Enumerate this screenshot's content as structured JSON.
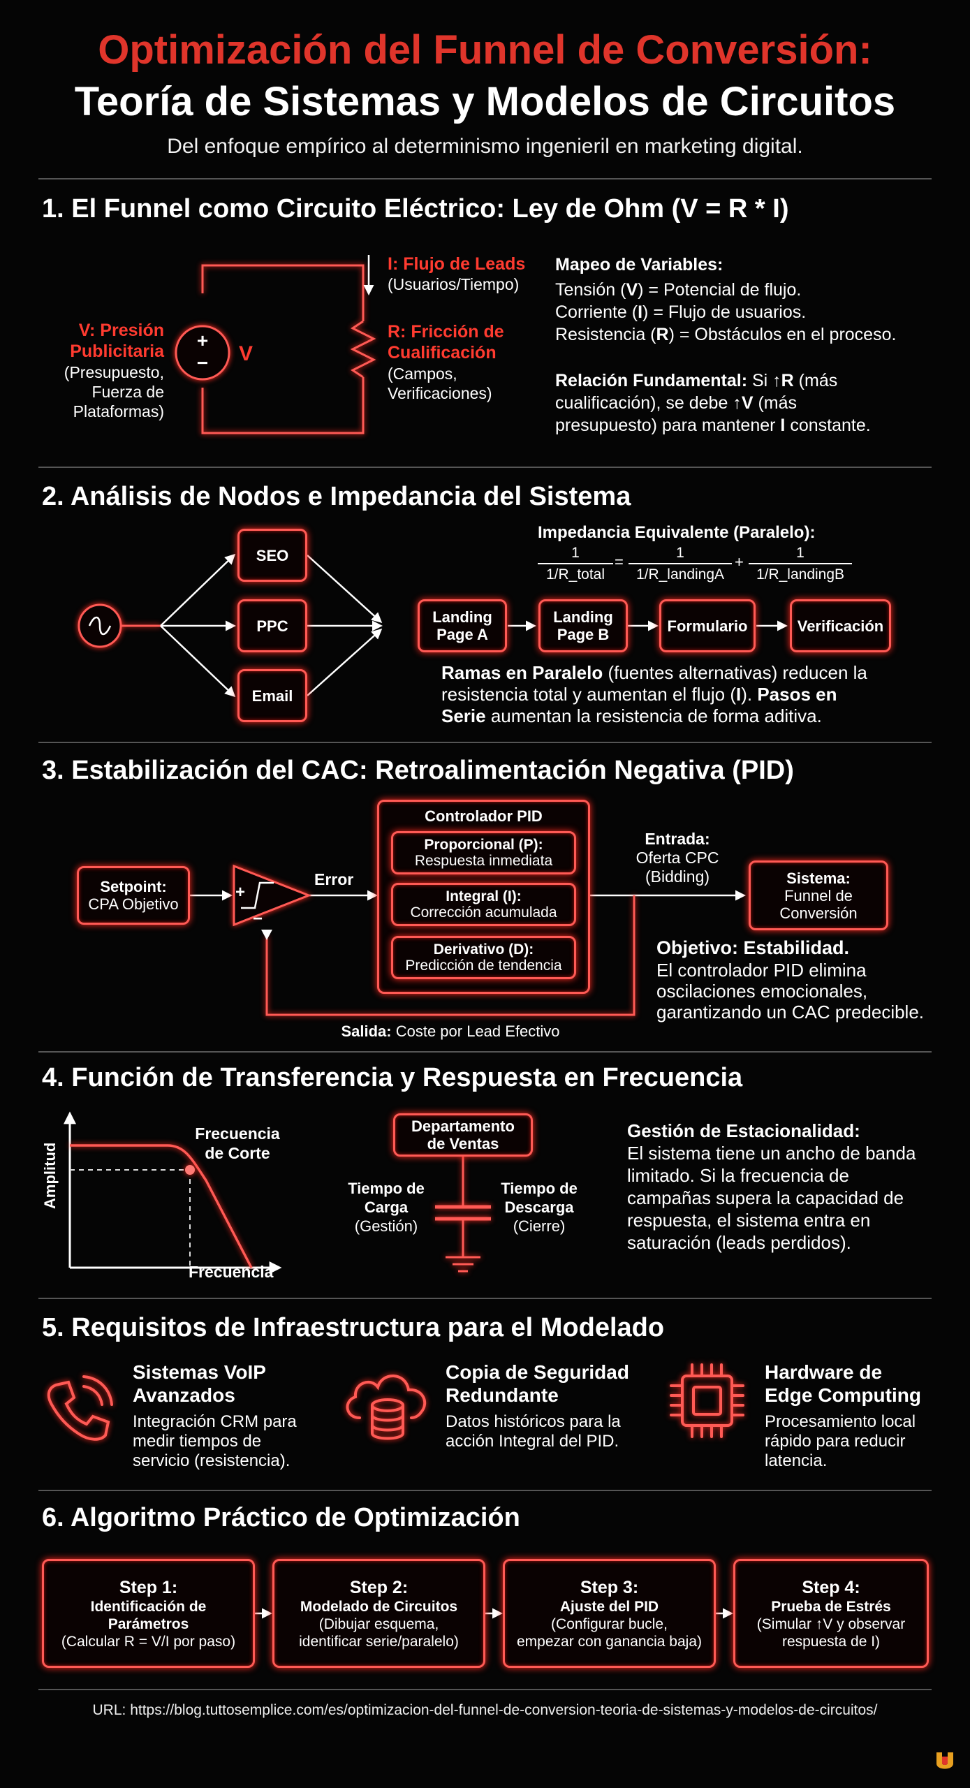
{
  "header": {
    "title_line1": "Optimización del Funnel de Conversión:",
    "title_line2": "Teoría de Sistemas y Modelos de Circuitos",
    "subtitle": "Del enfoque empírico al determinismo ingenieril en marketing digital."
  },
  "s1": {
    "heading": "1. El Funnel como Circuito Eléctrico: Ley de Ohm (V = R * I)",
    "v_label_1": "V: Presión",
    "v_label_2": "Publicitaria",
    "v_sub_1": "(Presupuesto,",
    "v_sub_2": "Fuerza de",
    "v_sub_3": "Plataformas)",
    "v_symbol": "V",
    "plus": "+",
    "minus": "−",
    "i_label": "I: Flujo de Leads",
    "i_sub": "(Usuarios/Tiempo)",
    "r_label_1": "R: Fricción de",
    "r_label_2": "Cualificación",
    "r_sub_1": "(Campos,",
    "r_sub_2": "Verificaciones)",
    "map_title": "Mapeo de Variables:",
    "map_1a": "Tensión (",
    "map_1b": "V",
    "map_1c": ") = Potencial de flujo.",
    "map_2a": "Corriente (",
    "map_2b": "I",
    "map_2c": ") = Flujo de usuarios.",
    "map_3a": "Resistencia (",
    "map_3b": "R",
    "map_3c": ") = Obstáculos en el proceso.",
    "rel_title": "Relación Fundamental:",
    "rel_1a": " Si ↑",
    "rel_1b": "R",
    "rel_1c": " (más",
    "rel_2a": "cualificación), se debe ↑",
    "rel_2b": "V",
    "rel_2c": " (más",
    "rel_3a": "presupuesto) para mantener ",
    "rel_3b": "I",
    "rel_3c": " constante."
  },
  "s2": {
    "heading": "2. Análisis de Nodos e Impedancia del Sistema",
    "nodes": {
      "seo": "SEO",
      "ppc": "PPC",
      "email": "Email",
      "landing_a_1": "Landing",
      "landing_a_2": "Page A",
      "landing_b_1": "Landing",
      "landing_b_2": "Page B",
      "form": "Formulario",
      "verif": "Verificación"
    },
    "imp_title": "Impedancia Equivalente (Paralelo):",
    "frac_num": "1",
    "den_total": "1/R_total",
    "den_a": "1/R_landingA",
    "den_b": "1/R_landingB",
    "eq": "=",
    "plus": "+",
    "desc_1a": "Ramas en Paralelo",
    "desc_1b": " (fuentes alternativas) reducen la",
    "desc_2a": "resistencia total y aumentan el flujo (",
    "desc_2b": "I",
    "desc_2c": "). ",
    "desc_2d": "Pasos en",
    "desc_3a": "Serie",
    "desc_3b": " aumentan la resistencia de forma aditiva."
  },
  "s3": {
    "heading": "3. Estabilización del CAC: Retroalimentación Negativa (PID)",
    "setpoint_1": "Setpoint:",
    "setpoint_2": "CPA Objetivo",
    "sum_plus": "+",
    "sum_minus": "−",
    "error": "Error",
    "pid_title": "Controlador PID",
    "p_title": "Proporcional (P):",
    "p_sub": "Respuesta inmediata",
    "i_title": "Integral (I):",
    "i_sub": "Corrección acumulada",
    "d_title": "Derivativo (D):",
    "d_sub": "Predicción de tendencia",
    "entrada_1": "Entrada:",
    "entrada_2": "Oferta CPC",
    "entrada_3": "(Bidding)",
    "sistema_1": "Sistema:",
    "sistema_2": "Funnel de",
    "sistema_3": "Conversión",
    "obj_title": "Objetivo: Estabilidad.",
    "obj_1": "El controlador PID elimina",
    "obj_2": "oscilaciones emocionales,",
    "obj_3": "garantizando un CAC predecible.",
    "salida_a": "Salida:",
    "salida_b": " Coste por Lead Efectivo"
  },
  "s4": {
    "heading": "4. Función de Transferencia y Respuesta en Frecuencia",
    "amplitud": "Amplitud",
    "frecuencia": "Frecuencia",
    "corte_1": "Frecuencia",
    "corte_2": "de Corte",
    "dept_1": "Departamento",
    "dept_2": "de Ventas",
    "carga_1": "Tiempo de",
    "carga_2": "Carga",
    "carga_3": "(Gestión)",
    "desc_1": "Tiempo de",
    "desc_2": "Descarga",
    "desc_3": "(Cierre)",
    "gest_title": "Gestión de Estacionalidad:",
    "gest_1": "El sistema tiene un ancho de banda",
    "gest_2": "limitado. Si la frecuencia de",
    "gest_3": "campañas supera la capacidad de",
    "gest_4": "respuesta, el sistema entra en",
    "gest_5": "saturación (leads perdidos)."
  },
  "s5": {
    "heading": "5. Requisitos de Infraestructura para el Modelado",
    "items": [
      {
        "t1": "Sistemas VoIP",
        "t2": "Avanzados",
        "d1": "Integración CRM para",
        "d2": "medir tiempos de",
        "d3": "servicio (resistencia)."
      },
      {
        "t1": "Copia de Seguridad",
        "t2": "Redundante",
        "d1": "Datos históricos para la",
        "d2": "acción Integral del PID.",
        "d3": ""
      },
      {
        "t1": "Hardware de",
        "t2": "Edge Computing",
        "d1": "Procesamiento local",
        "d2": "rápido para reducir",
        "d3": "latencia."
      }
    ]
  },
  "s6": {
    "heading": "6. Algoritmo Práctico de Optimización",
    "steps": [
      {
        "t": "Step 1:",
        "b1": "Identificación de",
        "b2": "Parámetros",
        "s1": "(Calcular R = V/I por paso)",
        "s2": ""
      },
      {
        "t": "Step 2:",
        "b1": "Modelado de Circuitos",
        "b2": "",
        "s1": "(Dibujar esquema,",
        "s2": "identificar serie/paralelo)"
      },
      {
        "t": "Step 3:",
        "b1": "Ajuste del PID",
        "b2": "",
        "s1": "(Configurar bucle,",
        "s2": "empezar con ganancia baja)"
      },
      {
        "t": "Step 4:",
        "b1": "Prueba de Estrés",
        "b2": "",
        "s1": "(Simular ↑V y observar",
        "s2": "respuesta de I)"
      }
    ]
  },
  "footer": {
    "url": "URL: https://blog.tuttosemplice.com/es/optimizacion-del-funnel-de-conversion-teoria-de-sistemas-y-modelos-de-circuitos/"
  },
  "colors": {
    "accent": "#e0352b",
    "glow": "#ff5a55",
    "background": "#050505"
  }
}
